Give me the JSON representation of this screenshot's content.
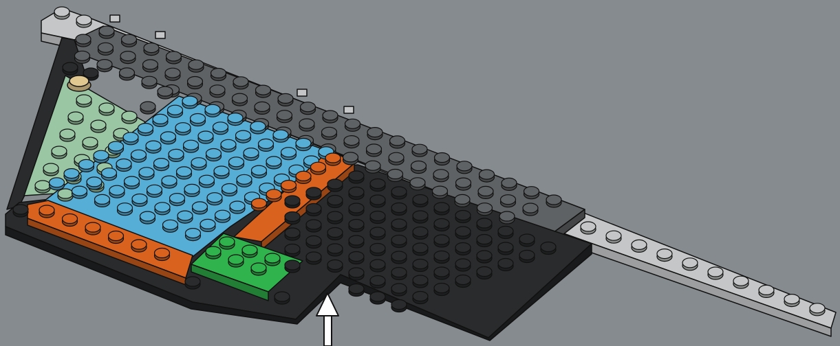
{
  "colors": {
    "background": "#858b8e",
    "light_gray_brick": "#c4c6c7",
    "dark_gray_brick": "#5f6264",
    "black_brick": "#2a2b2d",
    "sand_green_brick": "#9ac6a4",
    "medium_azure_brick": "#56aed6",
    "orange_brick": "#d8621e",
    "green_brick": "#30b34c",
    "tan_stud": "#e1c890",
    "outline": "#111111",
    "arrow_fill": "#ffffff"
  },
  "parts": [
    {
      "name": "light-gray-long-plate",
      "color": "light_gray_brick"
    },
    {
      "name": "dark-gray-top-plate",
      "color": "dark_gray_brick"
    },
    {
      "name": "black-base-plate",
      "color": "black_brick"
    },
    {
      "name": "sand-green-wedge-plate",
      "color": "sand_green_brick"
    },
    {
      "name": "blue-plate",
      "color": "medium_azure_brick"
    },
    {
      "name": "orange-bottom-plate",
      "color": "orange_brick"
    },
    {
      "name": "orange-diagonal-plate",
      "color": "orange_brick"
    },
    {
      "name": "green-plate",
      "color": "green_brick"
    },
    {
      "name": "tan-round-stud",
      "color": "tan_stud"
    }
  ],
  "callout": {
    "icon": "up-arrow-icon",
    "meaning": "insertion-direction"
  }
}
